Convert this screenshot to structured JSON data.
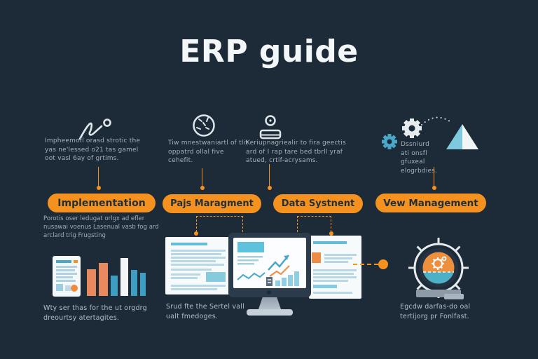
{
  "title": "ERP guide",
  "colors": {
    "background": "#1d2a38",
    "accent_orange": "#f5921f",
    "coral_bar": "#e9895f",
    "blue_bar": "#3d9ec2",
    "white_bar": "#f3f5f6",
    "light_blue": "#86cadd",
    "text_muted": "#a4b0bb"
  },
  "steps": [
    {
      "icon": "scribble-trend-icon",
      "description": "Impheemofl orasd strotic the yas ne'lessed o21 tas gamel oot vasl 6ay of grtims.",
      "label": "Implementation",
      "detail": "Porotis oser ledugat orlgx ad efler nusawai voenus Lasenual vasb fog ard arclard trig Frugsting"
    },
    {
      "icon": "globe-icon",
      "description": "Tiw mnestwaniartl of tlit oppatrd ollal five cehefit.",
      "label": "Pajs Maragment"
    },
    {
      "icon": "user-icon",
      "description": "Keriupnagriealir to fira geectis ard of I rap tare bed tbrll yraf atued, crtif-acrysams.",
      "label": "Data Systnent"
    },
    {
      "icon": "gears-pyramid-icon",
      "description": "Dssniurd ati onsfl gfuxeal elogrbdies.",
      "label": "Vew Management"
    }
  ],
  "captions": {
    "left": "Wty ser thas for the ut orgdrg dreourtsy atertagites.",
    "center": "Srud fte the Sertel vall ualt fmedoges.",
    "right": "Egcdw darfas-do oal tertijorg pr Fonlfast."
  },
  "illustrations": {
    "mini_bar_chart": {
      "bars": [
        {
          "h": 38,
          "w": 13,
          "c": "#e9895f"
        },
        {
          "h": 47,
          "w": 13,
          "c": "#e9895f"
        },
        {
          "h": 29,
          "w": 10,
          "c": "#3d9ec2"
        },
        {
          "h": 54,
          "w": 11,
          "c": "#f3f5f6"
        },
        {
          "h": 37,
          "w": 9,
          "c": "#3d9ec2"
        },
        {
          "h": 33,
          "w": 8,
          "c": "#3d9ec2"
        }
      ]
    }
  }
}
